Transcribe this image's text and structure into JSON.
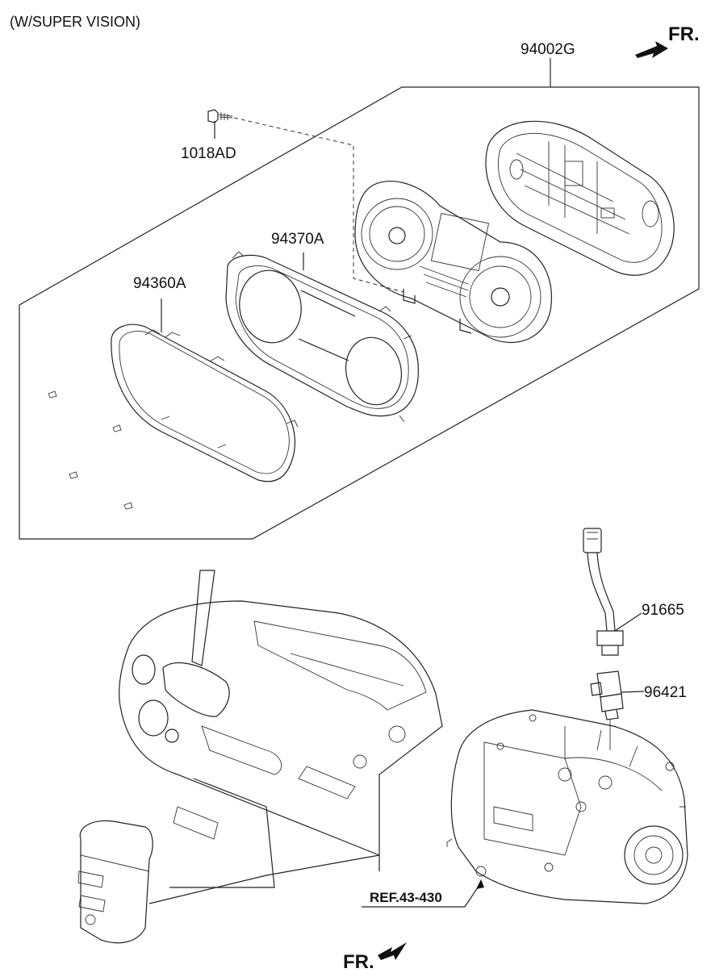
{
  "diagram": {
    "header": "(W/SUPER VISION)",
    "front_marker_top": "FR.",
    "front_marker_bottom": "FR.",
    "reference_label": "REF.43-430",
    "parts": {
      "cluster_assembly": "94002G",
      "screw": "1018AD",
      "cluster_housing": "94370A",
      "cluster_glass": "94360A",
      "speed_sensor_harness": "91665",
      "speed_sensor": "96421"
    }
  }
}
